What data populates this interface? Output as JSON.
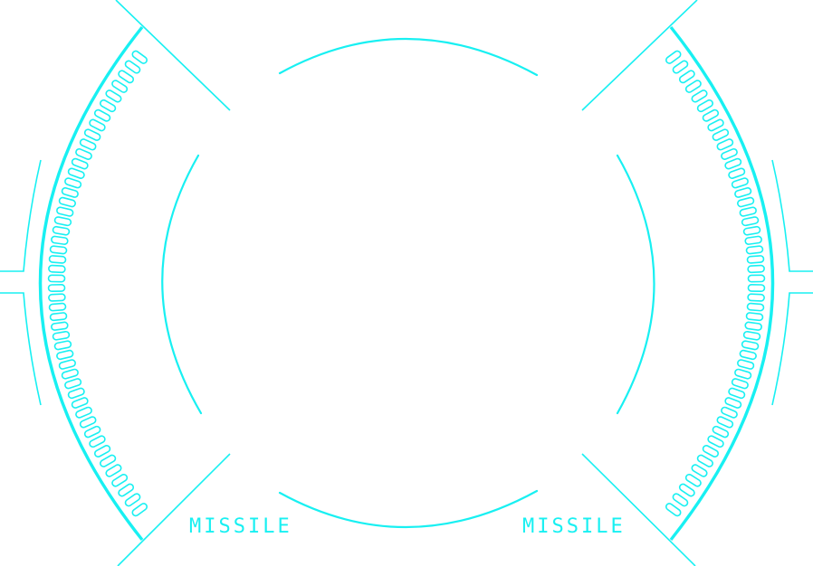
{
  "hud": {
    "accent_color": "#18f0f2",
    "background_color": "#ffffff",
    "left_weapon": {
      "label": "MISSILE",
      "icon": "missile-ammo-gauge"
    },
    "right_weapon": {
      "label": "MISSILE",
      "icon": "missile-ammo-gauge"
    },
    "crosshair": {
      "icon": "circular-reticle"
    }
  }
}
